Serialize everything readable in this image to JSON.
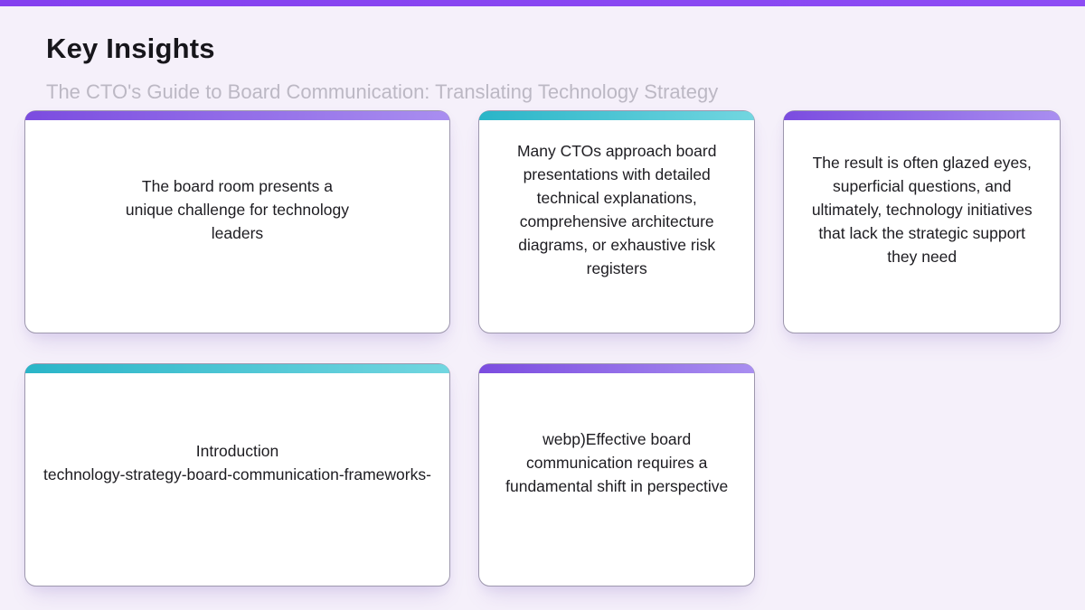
{
  "page": {
    "title": "Key Insights",
    "subtitle": "The CTO's Guide to Board Communication: Translating Technology Strategy"
  },
  "colors": {
    "top_strip": "#8840f0",
    "background": "#f5f0fa",
    "card_accent_purple_start": "#7b4ce0",
    "card_accent_purple_end": "#a98ef0",
    "card_accent_teal_start": "#2ab5c8",
    "card_accent_teal_end": "#72d6e0",
    "card_border": "#9d97ad",
    "subtitle_text": "#bcb8c4",
    "body_text": "#1d1c21"
  },
  "cards": [
    {
      "accent": "purple",
      "text": "The board room presents a unique challenge for technology leaders"
    },
    {
      "accent": "teal",
      "text": "Many CTOs approach board presentations with detailed technical explanations, comprehensive architecture diagrams, or exhaustive risk registers"
    },
    {
      "accent": "purple",
      "text": "The result is often glazed eyes, superficial questions, and ultimately, technology initiatives that lack the strategic support they need"
    },
    {
      "accent": "teal",
      "text": "Introduction",
      "overflow_text": "technology-strategy-board-communication-frameworks-"
    },
    {
      "accent": "purple",
      "text": "webp)Effective board communication requires a fundamental shift in perspective"
    }
  ]
}
